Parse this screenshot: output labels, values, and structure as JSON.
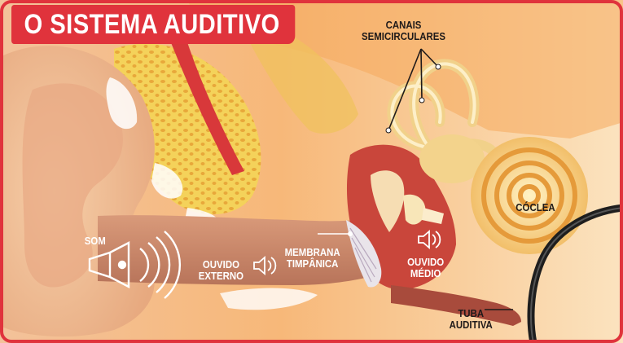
{
  "title": "O SISTEMA AUDITIVO",
  "colors": {
    "frame": "#e0333c",
    "title_bg": "#e0333c",
    "skin": "#f5c9a0",
    "canal": "#c98a6d",
    "bone": "#f7e08a",
    "label_dark": "#1f1a1a",
    "label_light": "#ffffff"
  },
  "labels": {
    "canais": [
      "CANAIS",
      "SEMICIRCULARES"
    ],
    "coclea": "CÓCLEA",
    "som": "SOM",
    "ouvido_externo": [
      "OUVIDO",
      "EXTERNO"
    ],
    "membrana": [
      "MEMBRANA",
      "TIMPÂNICA"
    ],
    "ouvido_medio": [
      "OUVIDO",
      "MÉDIO"
    ],
    "tuba": [
      "TUBA",
      "AUDITIVA"
    ]
  },
  "icons": {
    "sound_source": "megaphone-icon",
    "speaker": "speaker-icon"
  }
}
